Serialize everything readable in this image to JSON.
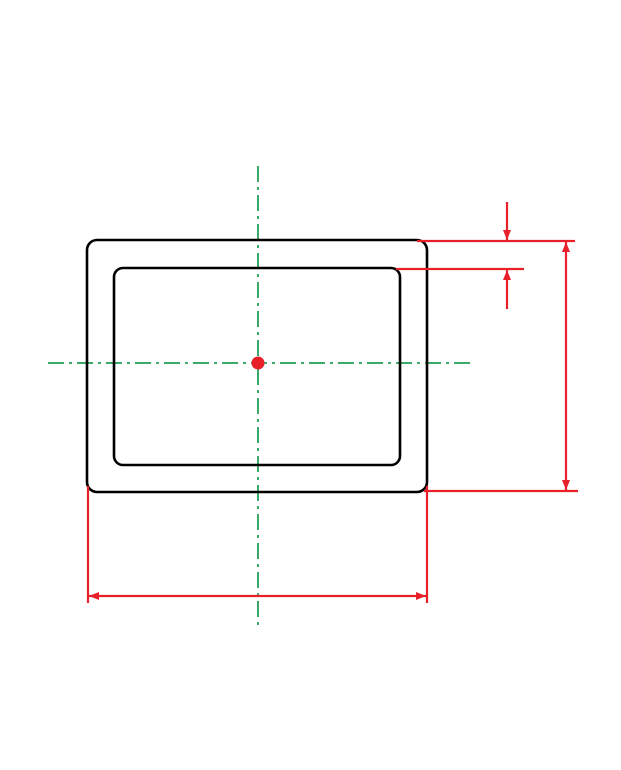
{
  "colors": {
    "outline": "#000000",
    "dimension": "#e8202a",
    "centerline": "#3aaa6a",
    "center_point": "#e8202a"
  },
  "diagram": {
    "kind": "rectangular hollow section",
    "elements": [
      "outer-profile",
      "inner-profile",
      "horizontal-centerline",
      "vertical-centerline",
      "center-point",
      "width-dimension",
      "height-dimension",
      "wall-thickness-dimension"
    ]
  }
}
